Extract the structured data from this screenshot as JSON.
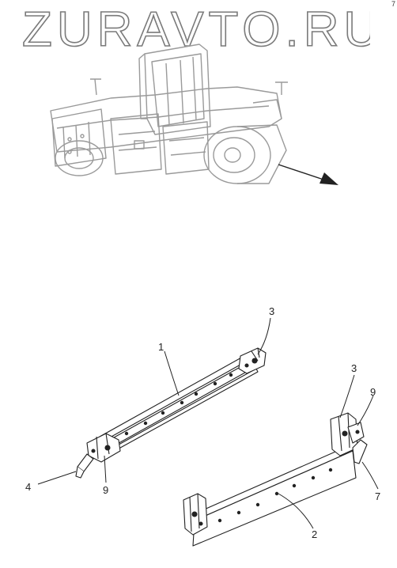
{
  "watermark": {
    "text": "ZURAVTO.RU"
  },
  "corner_mark": "7",
  "callouts": {
    "c1": "1",
    "c2": "2",
    "c3a": "3",
    "c3b": "3",
    "c4": "4",
    "c7": "7",
    "c9a": "9",
    "c9b": "9"
  },
  "colors": {
    "line": "#222222",
    "machine": "#9a9a9a",
    "watermark_stroke": "#7a7a7a"
  }
}
